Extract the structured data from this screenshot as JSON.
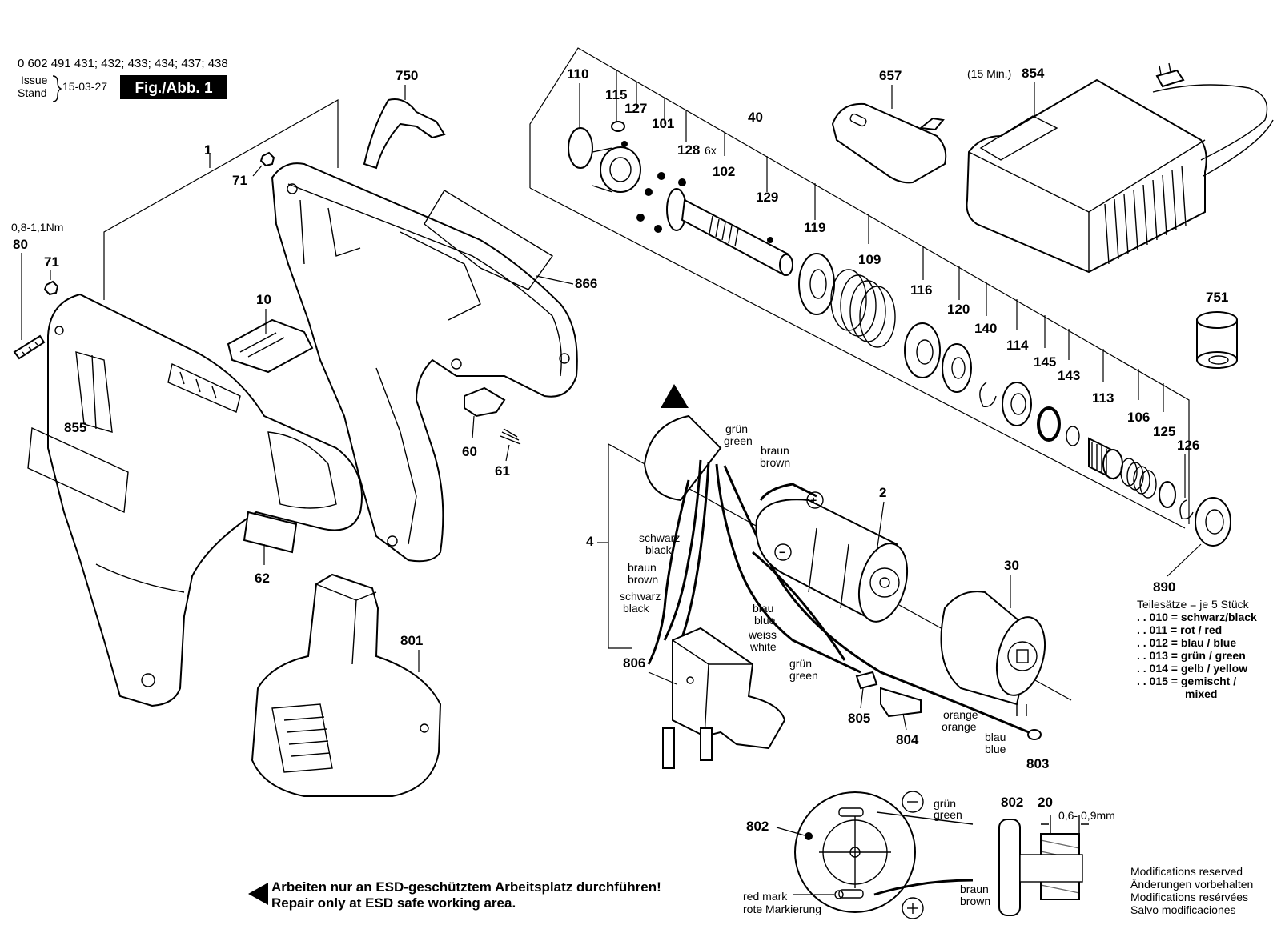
{
  "header": {
    "part_numbers": "0 602 491 431; 432; 433; 434; 437; 438",
    "issue_label": "Issue",
    "stand_label": "Stand",
    "date": "15-03-27",
    "fig_label": "Fig./Abb. 1"
  },
  "parts": {
    "p1": "1",
    "p71a": "71",
    "p71b": "71",
    "p80": "80",
    "torque": "0,8-1,1Nm",
    "p750": "750",
    "p10": "10",
    "p855": "855",
    "p866": "866",
    "p60": "60",
    "p61": "61",
    "p62": "62",
    "p801": "801",
    "p110": "110",
    "p115": "115",
    "p127": "127",
    "p101": "101",
    "p128": "128",
    "p6x": "6x",
    "p102": "102",
    "p40": "40",
    "p129": "129",
    "p119": "119",
    "p109": "109",
    "p116": "116",
    "p120": "120",
    "p140": "140",
    "p114": "114",
    "p145": "145",
    "p143": "143",
    "p113": "113",
    "p106": "106",
    "p125": "125",
    "p126": "126",
    "p890": "890",
    "p657": "657",
    "p854": "854",
    "p854_note": "(15 Min.)",
    "p751": "751",
    "p4": "4",
    "p2": "2",
    "p30": "30",
    "p806": "806",
    "p805": "805",
    "p804": "804",
    "p803": "803",
    "p802a": "802",
    "p802b": "802",
    "p20": "20",
    "gap": "0,6- 0,9mm"
  },
  "wires": {
    "gruen": "grün",
    "green": "green",
    "braun": "braun",
    "brown": "brown",
    "schwarz": "schwarz",
    "black": "black",
    "blau": "blau",
    "blue": "blue",
    "weiss": "weiss",
    "white": "white",
    "orange_de": "orange",
    "orange_en": "orange",
    "plus": "+",
    "minus": "−"
  },
  "teilesaetze": {
    "title": "Teilesätze = je 5 Stück",
    "rows": [
      ". . 010 = schwarz/black",
      ". . 011 = rot / red",
      ". . 012 = blau / blue",
      ". . 013 = grün / green",
      ". . 014 = gelb / yellow",
      ". . 015 = gemischt /",
      "mixed"
    ]
  },
  "detail": {
    "red_mark": "red mark",
    "rote_markierung": "rote Markierung",
    "gruen": "grün",
    "green": "green",
    "braun": "braun",
    "brown": "brown"
  },
  "esd": {
    "line_de": "Arbeiten nur an ESD-geschütztem Arbeitsplatz durchführen!",
    "line_en": "Repair only at ESD safe working area."
  },
  "modifications": [
    "Modifications reserved",
    "Änderungen vorbehalten",
    "Modifications resérvées",
    "Salvo modificaciones"
  ]
}
